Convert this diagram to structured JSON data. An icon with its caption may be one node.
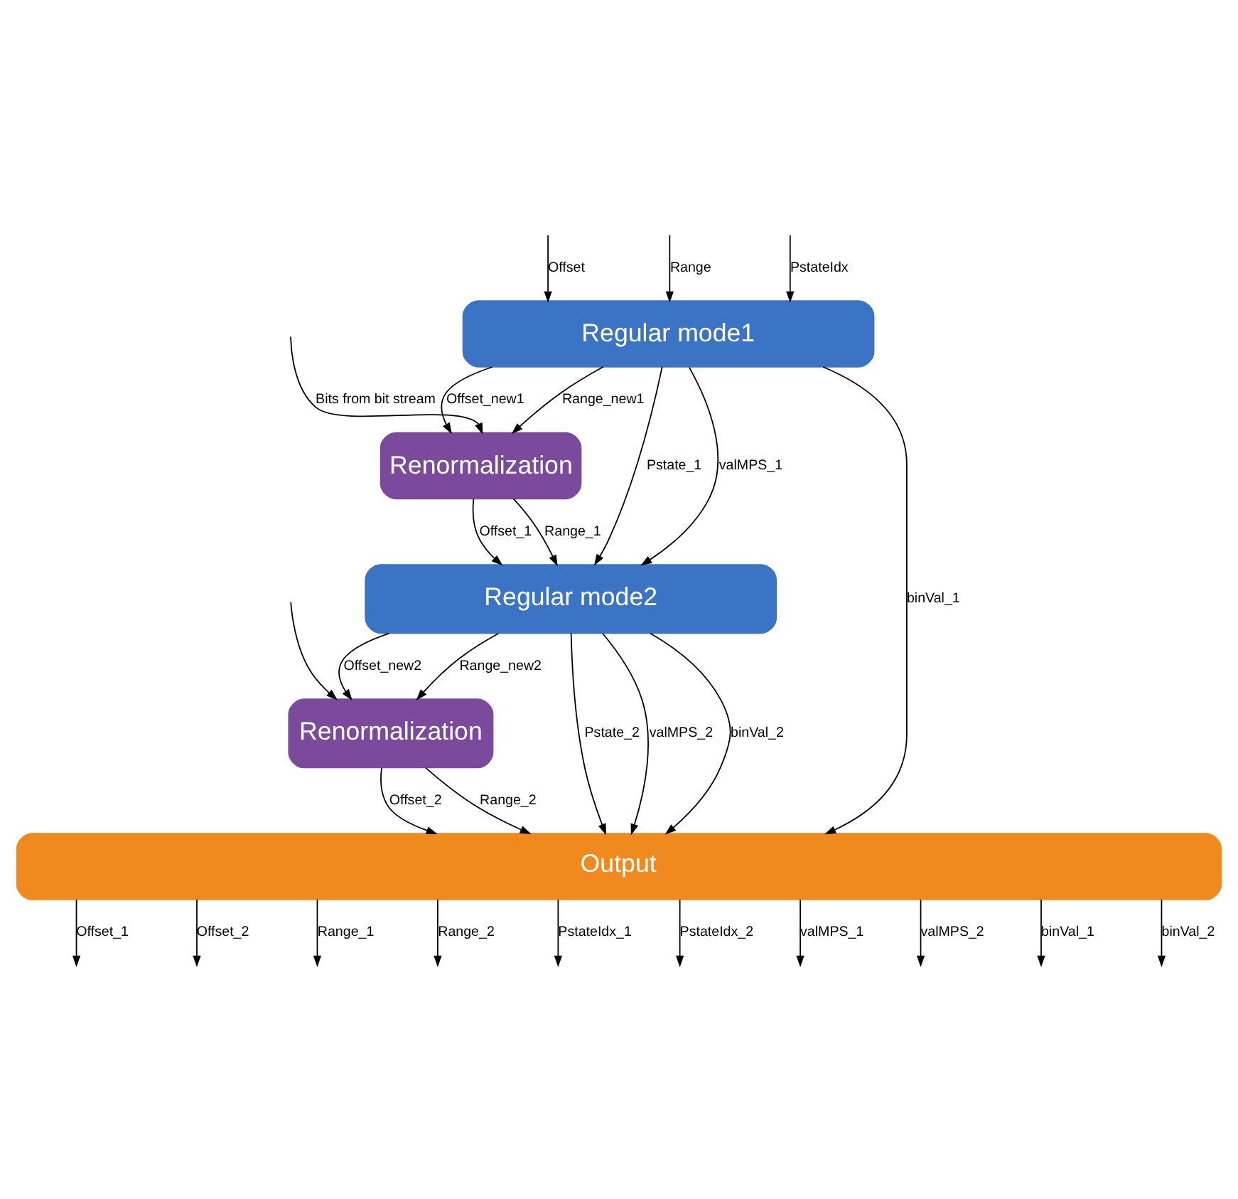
{
  "diagram": {
    "nodes": [
      {
        "text": [
          "Regular mode1"
        ]
      },
      {
        "text": [
          "Renormalization"
        ]
      },
      {
        "text": [
          "Regular mode2"
        ]
      },
      {
        "text": [
          "Renormalization"
        ]
      },
      {
        "text": [
          "Output"
        ]
      }
    ],
    "edges": [
      {
        "from": null,
        "to": 0,
        "arrow": "to",
        "label": "Offset"
      },
      {
        "from": null,
        "to": 0,
        "arrow": "to",
        "label": "Range"
      },
      {
        "from": null,
        "to": 0,
        "arrow": "to",
        "label": "PstateIdx"
      },
      {
        "from": 0,
        "to": 1,
        "arrow": "to",
        "label": "Offset_new1"
      },
      {
        "from": 0,
        "to": 1,
        "arrow": "to",
        "label": "Range_new1"
      },
      {
        "from": 0,
        "to": 2,
        "arrow": "to",
        "label": "Pstate_1"
      },
      {
        "from": 0,
        "to": 2,
        "arrow": "to",
        "label": "valMPS_1"
      },
      {
        "from": 0,
        "to": 4,
        "arrow": "to",
        "label": "binVal_1"
      },
      {
        "from": null,
        "to": 1,
        "arrow": "to",
        "label": "Bits from bit stream"
      },
      {
        "from": null,
        "to": 3,
        "arrow": "to"
      },
      {
        "from": 1,
        "to": 2,
        "arrow": "to",
        "label": "Offset_1"
      },
      {
        "from": 1,
        "to": 2,
        "arrow": "to",
        "label": "Range_1"
      },
      {
        "from": 2,
        "to": 3,
        "arrow": "to",
        "label": "Offset_new2"
      },
      {
        "from": 2,
        "to": 3,
        "arrow": "to",
        "label": "Range_new2"
      },
      {
        "from": 2,
        "to": 4,
        "arrow": "to",
        "label": "Pstate_2"
      },
      {
        "from": 2,
        "to": 4,
        "arrow": "to",
        "label": "valMPS_2"
      },
      {
        "from": 2,
        "to": 4,
        "arrow": "to",
        "label": "binVal_2"
      },
      {
        "from": 3,
        "to": 4,
        "arrow": "to",
        "label": "Offset_2"
      },
      {
        "from": 3,
        "to": 4,
        "arrow": "to",
        "label": "Range_2"
      },
      {
        "from": 4,
        "to": null,
        "arrow": "to",
        "label": "Offset_1"
      },
      {
        "from": 4,
        "to": null,
        "arrow": "to",
        "label": "Offset_2"
      },
      {
        "from": 4,
        "to": null,
        "arrow": "to",
        "label": "Range_1"
      },
      {
        "from": 4,
        "to": null,
        "arrow": "to",
        "label": "Range_2"
      },
      {
        "from": 4,
        "to": null,
        "arrow": "to",
        "label": "PstateIdx_1"
      },
      {
        "from": 4,
        "to": null,
        "arrow": "to",
        "label": "PstateIdx_2"
      },
      {
        "from": 4,
        "to": null,
        "arrow": "to",
        "label": "valMPS_1"
      },
      {
        "from": 4,
        "to": null,
        "arrow": "to",
        "label": "valMPS_2"
      },
      {
        "from": 4,
        "to": null,
        "arrow": "to",
        "label": "binVal_1"
      },
      {
        "from": 4,
        "to": null,
        "arrow": "to",
        "label": "binVal_2"
      }
    ]
  }
}
